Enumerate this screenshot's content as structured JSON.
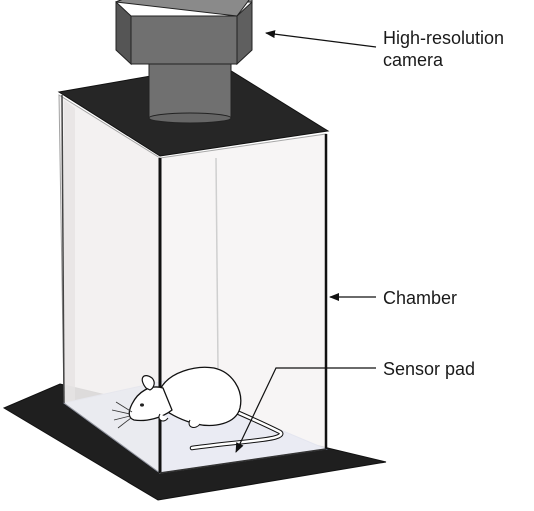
{
  "diagram": {
    "labels": {
      "camera_line1": "High-resolution",
      "camera_line2": "camera",
      "chamber": "Chamber",
      "sensor_pad": "Sensor pad"
    },
    "colors": {
      "base": "#1f1f1f",
      "lid": "#262626",
      "camera_body": "#707070",
      "camera_top": "#8a8a8a",
      "camera_side": "#555555",
      "glass": "#f4f2f2",
      "pad": "#a9bdf0",
      "mouse": "#ffffff",
      "outline": "#111111"
    },
    "icons": [
      "camera-icon",
      "mouse-icon"
    ]
  }
}
